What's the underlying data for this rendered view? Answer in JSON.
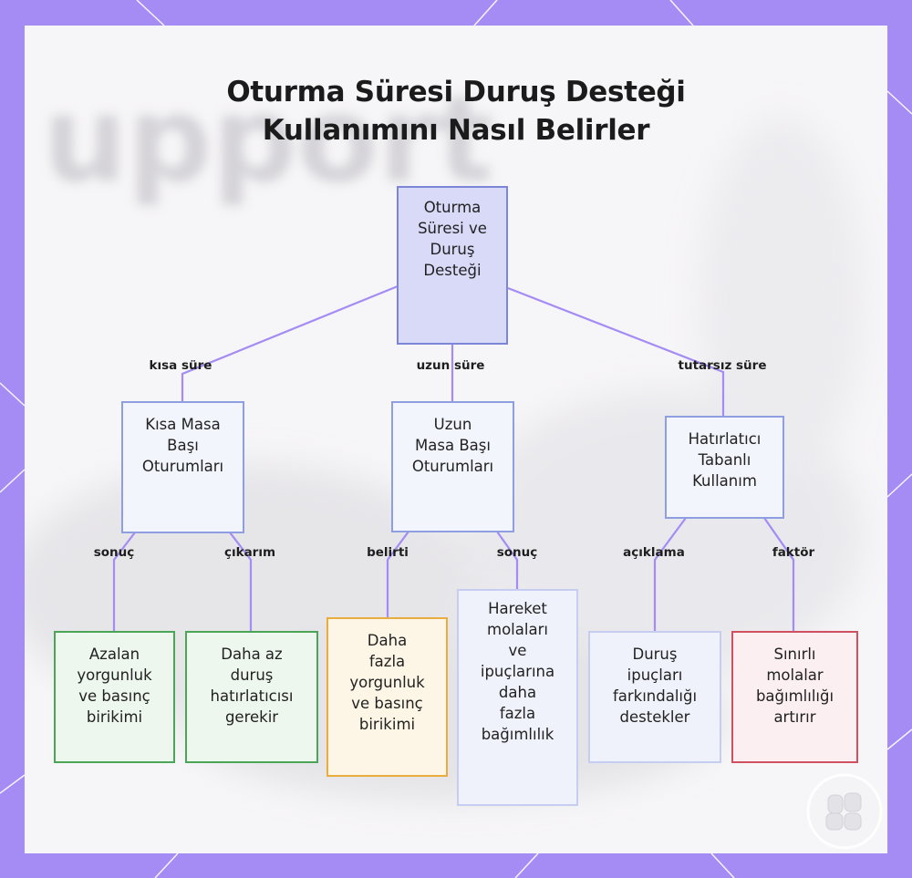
{
  "title": {
    "line1": "Oturma Süresi Duruş Desteği",
    "line2": "Kullanımını Nasıl Belirler"
  },
  "background_watermark": "upport",
  "nodes": {
    "root": [
      "Oturma",
      "Süresi ve",
      "Duruş",
      "Desteği"
    ],
    "short": [
      "Kısa Masa",
      "Başı",
      "Oturumları"
    ],
    "long": [
      "Uzun",
      "Masa Başı",
      "Oturumları"
    ],
    "reminder": [
      "Hatırlatıcı",
      "Tabanlı",
      "Kullanım"
    ],
    "reduced": [
      "Azalan",
      "yorgunluk",
      "ve basınç",
      "birikimi"
    ],
    "less_reminders": [
      "Daha az",
      "duruş",
      "hatırlatıcısı",
      "gerekir"
    ],
    "more_fatigue": [
      "Daha",
      "fazla",
      "yorgunluk",
      "ve basınç",
      "birikimi"
    ],
    "more_reliance": [
      "Hareket",
      "molaları",
      "ve",
      "ipuçlarına",
      "daha",
      "fazla",
      "bağımlılık"
    ],
    "awareness": [
      "Duruş",
      "ipuçları",
      "farkındalığı",
      "destekler"
    ],
    "limited": [
      "Sınırlı",
      "molalar",
      "bağımlılığı",
      "artırır"
    ]
  },
  "edge_labels": {
    "short_time": "kısa süre",
    "long_time": "uzun süre",
    "inconsistent_time": "tutarsız süre",
    "result_1": "sonuç",
    "inference": "çıkarım",
    "symptom": "belirti",
    "result_2": "sonuç",
    "explanation": "açıklama",
    "factor": "faktör"
  },
  "colors": {
    "frame": "#a48cf4",
    "connector": "#a48cf4",
    "root_fill": "#d8daf8",
    "green_border": "#4aa557",
    "orange_border": "#e8ad3d",
    "red_border": "#d0505f"
  }
}
